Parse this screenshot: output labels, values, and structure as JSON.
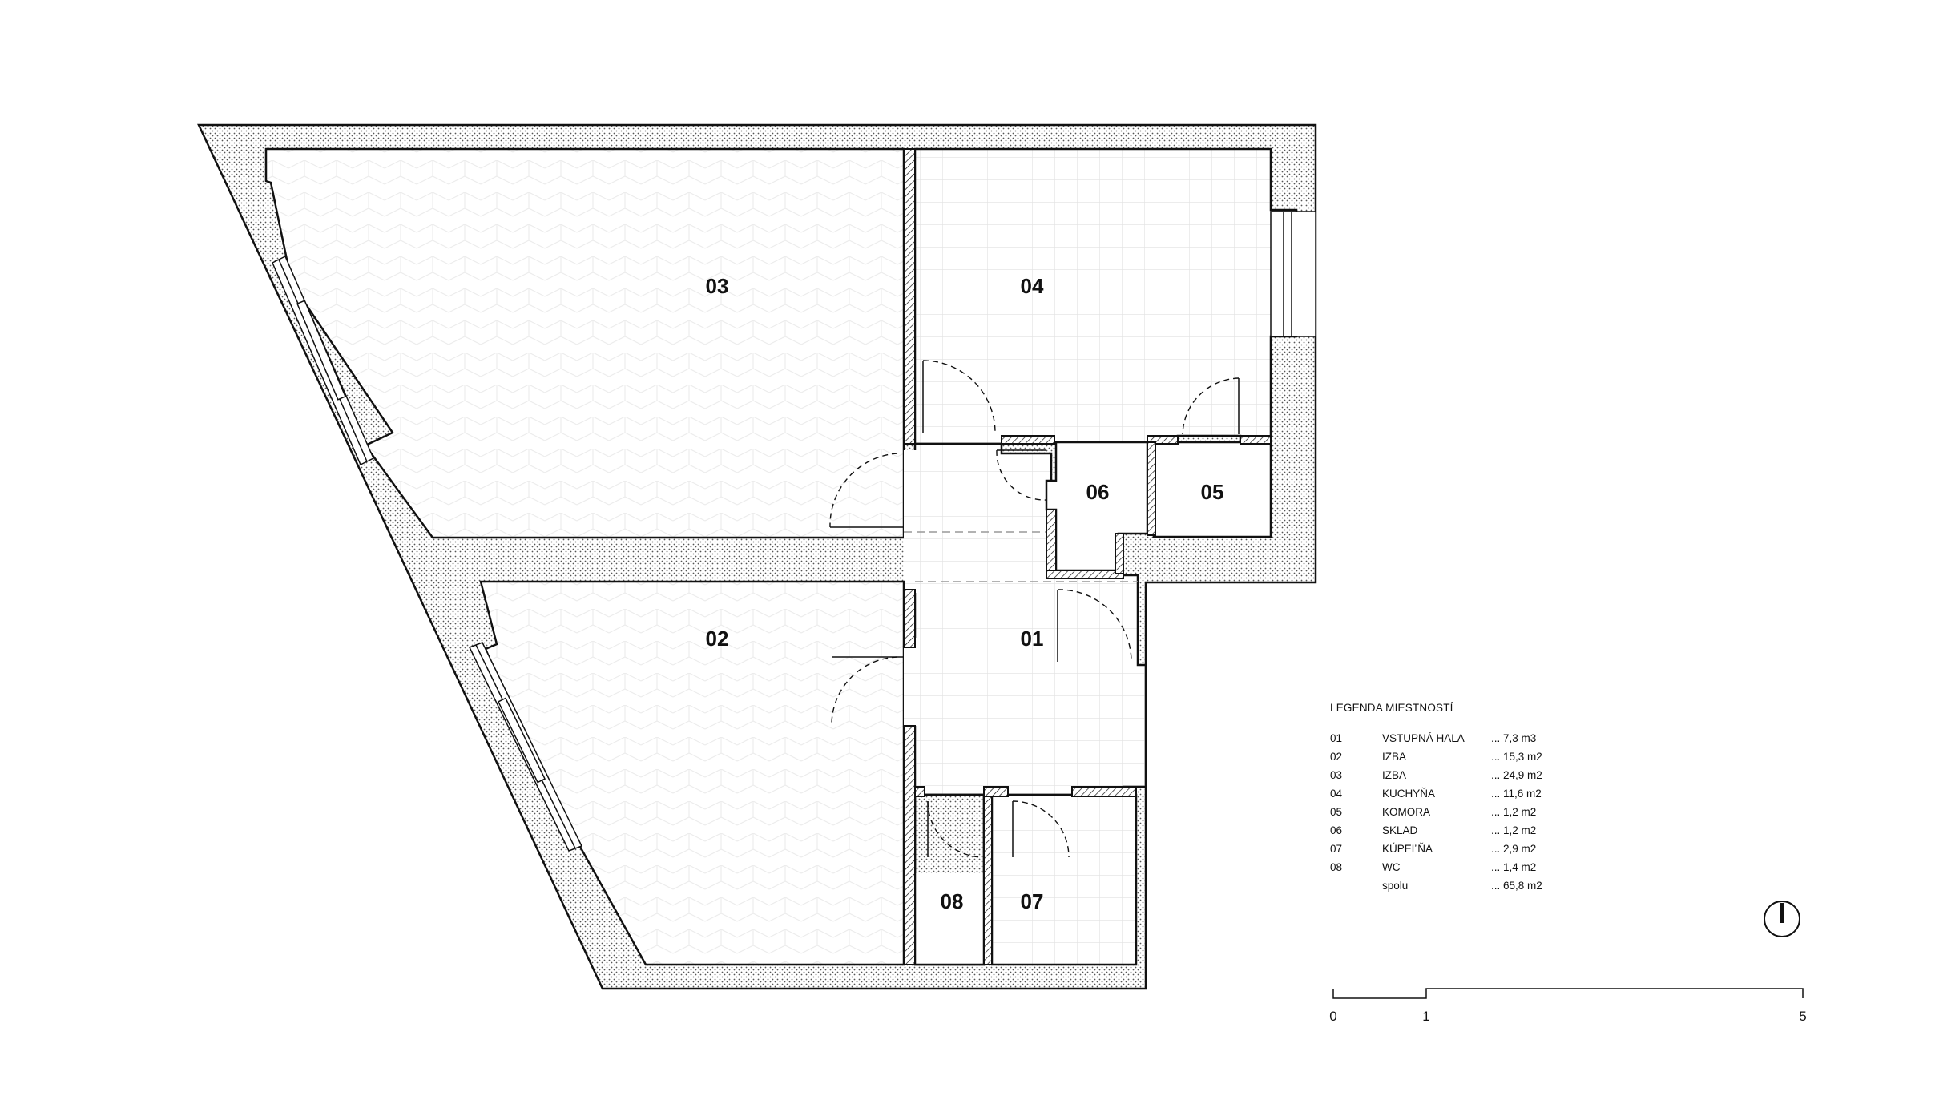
{
  "rooms": [
    {
      "id": "01",
      "label": "01"
    },
    {
      "id": "02",
      "label": "02"
    },
    {
      "id": "03",
      "label": "03"
    },
    {
      "id": "04",
      "label": "04"
    },
    {
      "id": "05",
      "label": "05"
    },
    {
      "id": "06",
      "label": "06"
    },
    {
      "id": "07",
      "label": "07"
    },
    {
      "id": "08",
      "label": "08"
    }
  ],
  "legend": {
    "title": "LEGENDA MIESTNOSTÍ",
    "rows": [
      {
        "num": "01",
        "name": "VSTUPNÁ HALA",
        "area": "... 7,3 m3"
      },
      {
        "num": "02",
        "name": "IZBA",
        "area": "... 15,3 m2"
      },
      {
        "num": "03",
        "name": "IZBA",
        "area": "... 24,9 m2"
      },
      {
        "num": "04",
        "name": "KUCHYŇA",
        "area": "... 11,6 m2"
      },
      {
        "num": "05",
        "name": "KOMORA",
        "area": "... 1,2 m2"
      },
      {
        "num": "06",
        "name": "SKLAD",
        "area": "... 1,2 m2"
      },
      {
        "num": "07",
        "name": "KÚPEĽŇA",
        "area": "... 2,9 m2"
      },
      {
        "num": "08",
        "name": "WC",
        "area": "... 1,4 m2"
      },
      {
        "num": "",
        "name": "spolu",
        "area": "... 65,8 m2"
      }
    ]
  },
  "scale_bar": {
    "labels": [
      "0",
      "1",
      "5"
    ]
  },
  "colors": {
    "wall_fill": "#e9e9e9",
    "line": "#111111",
    "grid": "#e2e2e2"
  },
  "icons": {
    "north_arrow": "north-arrow-icon"
  }
}
